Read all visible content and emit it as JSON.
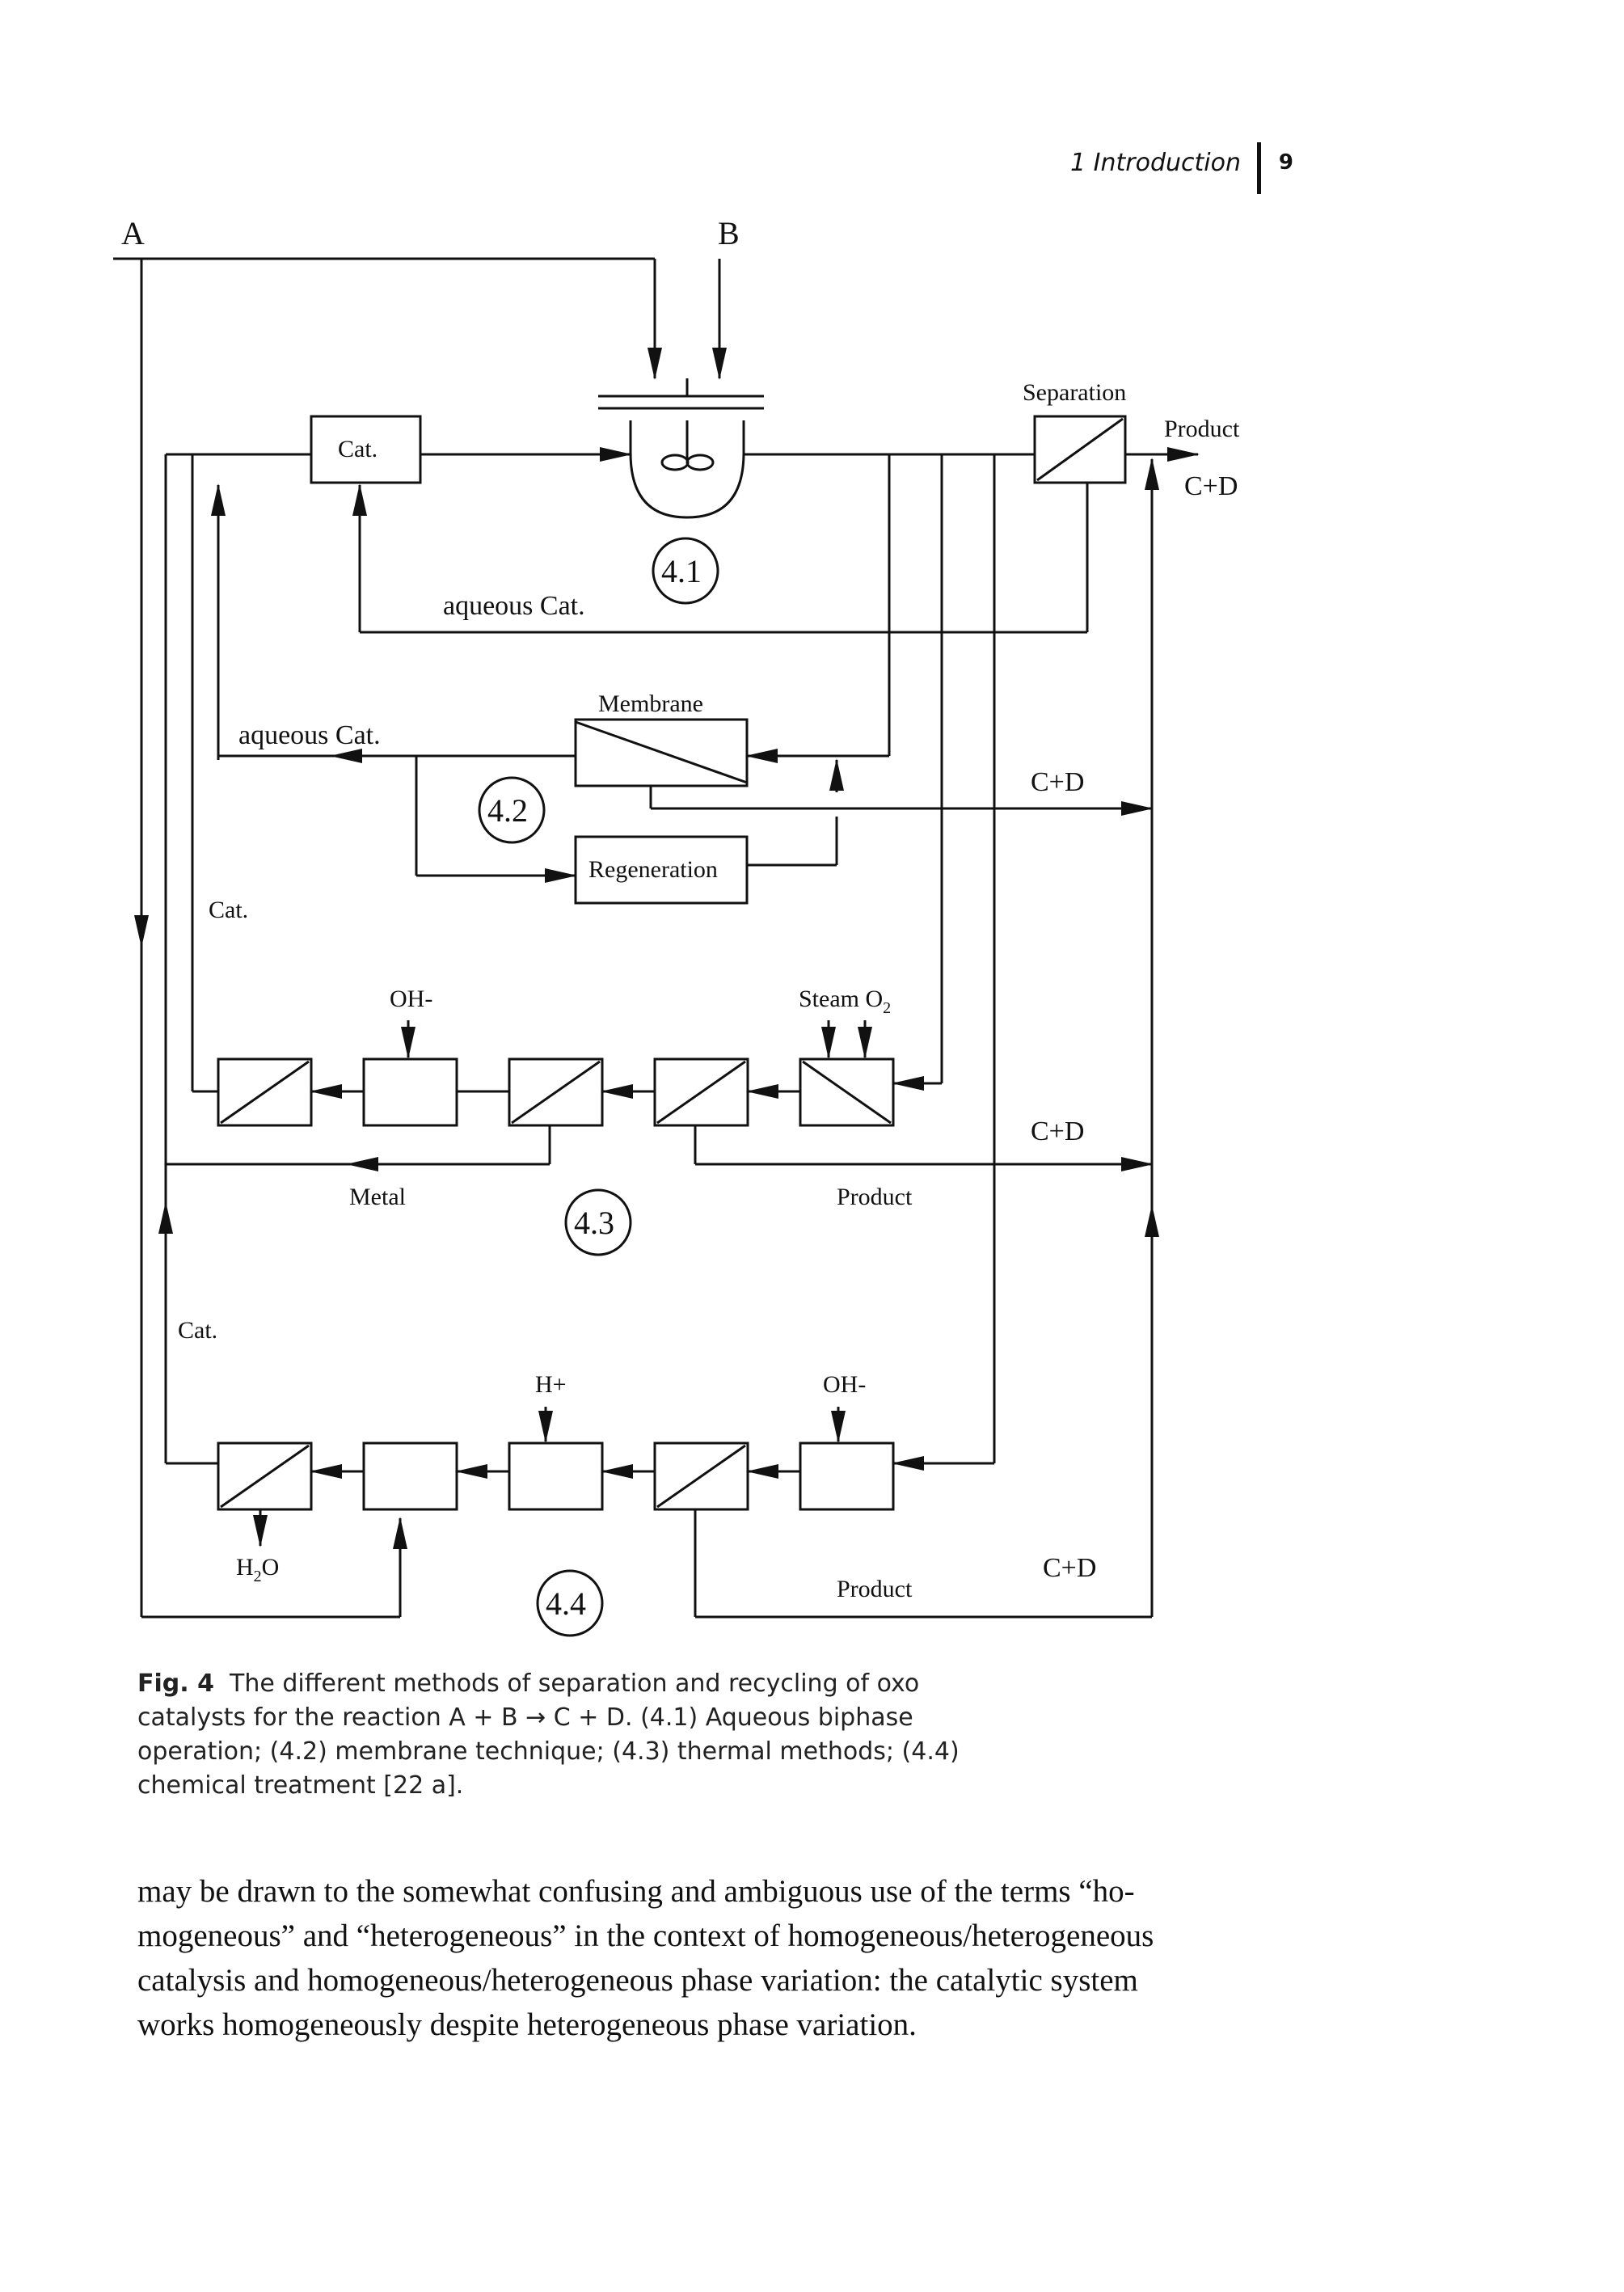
{
  "header": {
    "running_head": "1 Introduction",
    "page_number": "9"
  },
  "diagram": {
    "inputs": {
      "a": "A",
      "b": "B"
    },
    "boxes": {
      "cat": "Cat.",
      "membrane": "Membrane",
      "regeneration": "Regeneration",
      "separation": "Separation"
    },
    "section_markers": [
      "4.1",
      "4.2",
      "4.3",
      "4.4"
    ],
    "labels": {
      "aqueous_cat_1": "aqueous Cat.",
      "aqueous_cat_2": "aqueous Cat.",
      "cat_left_1": "Cat.",
      "cat_left_2": "Cat.",
      "product_top": "Product",
      "cd_top": "C+D",
      "cd_membrane": "C+D",
      "cd_thermal": "C+D",
      "cd_chemical": "C+D",
      "oh_thermal": "OH-",
      "steam_o2_prefix": "Steam O",
      "steam_o2_sub": "2",
      "metal": "Metal",
      "product_thermal": "Product",
      "h_plus": "H+",
      "oh_chemical": "OH-",
      "h2o_prefix": "H",
      "h2o_sub": "2",
      "h2o_suffix": "O",
      "product_chemical": "Product"
    }
  },
  "caption": {
    "fig_label": "Fig. 4",
    "text": "The different methods of separation and recycling of oxo catalysts for the reaction A + B → C + D. (4.1) Aqueous biphase operation; (4.2) membrane technique; (4.3) thermal methods; (4.4) chemical treatment [22 a]."
  },
  "body": {
    "lines": [
      "may be drawn to the somewhat confusing and ambiguous use of the terms “ho-",
      "mogeneous” and “heterogeneous” in the context of homogeneous/heterogeneous",
      "catalysis and homogeneous/heterogeneous phase variation: the catalytic system",
      "works homogeneously despite heterogeneous phase variation."
    ]
  }
}
